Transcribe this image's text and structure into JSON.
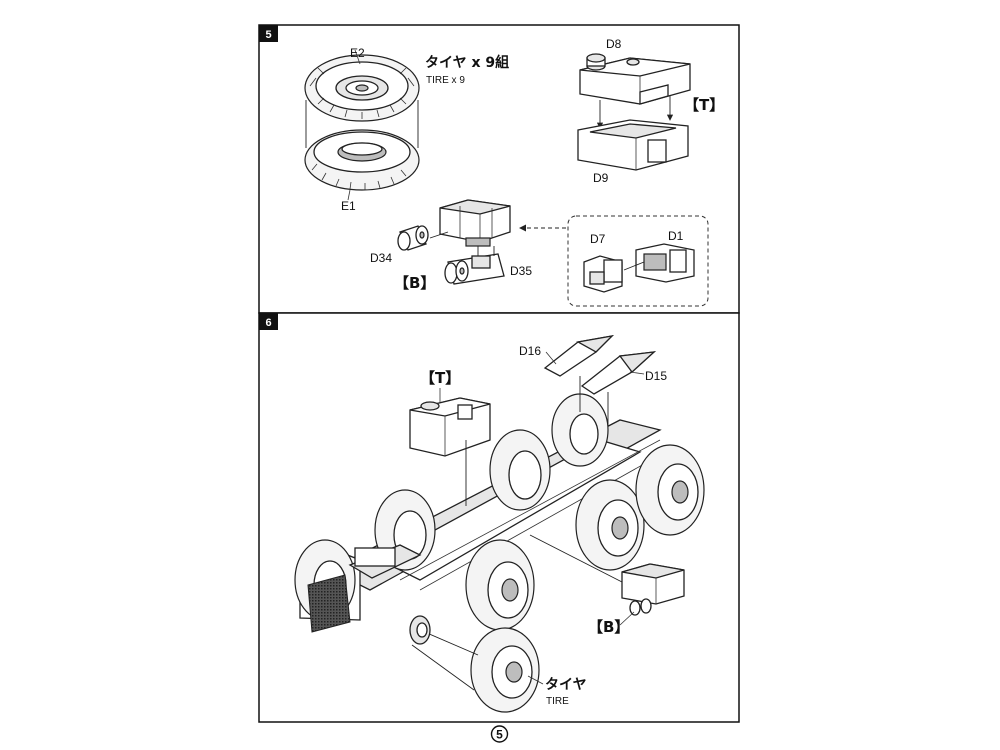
{
  "steps": [
    {
      "number": "5"
    },
    {
      "number": "6"
    }
  ],
  "step5": {
    "tire_label_jp": "タイヤ x 9組",
    "tire_label_en": "TIRE x 9",
    "part_e2": "E2",
    "part_e1": "E1",
    "part_d8": "D8",
    "part_d9": "D9",
    "bracket_t": "【T】",
    "part_d34": "D34",
    "part_d35": "D35",
    "bracket_b": "【B】",
    "part_d7": "D7",
    "part_d1": "D1"
  },
  "step6": {
    "bracket_t": "【T】",
    "part_d16": "D16",
    "part_d15": "D15",
    "bracket_b": "【B】",
    "tire_label_jp": "タイヤ",
    "tire_label_en": "TIRE"
  },
  "page_number": "5"
}
